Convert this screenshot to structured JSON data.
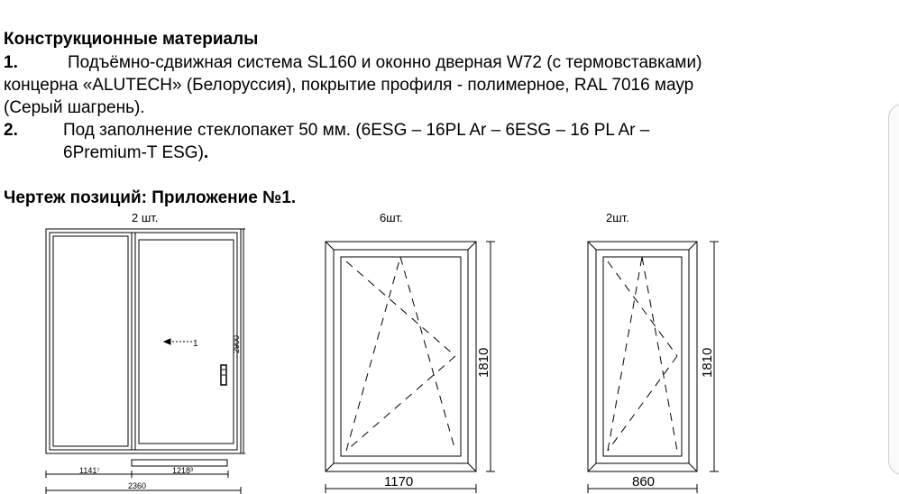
{
  "section": {
    "title": "Конструкционные материалы",
    "items": [
      {
        "num": "1.",
        "line1": "Подъёмно-сдвижная система SL160 и оконно дверная W72 (с термовставками)",
        "line2": "концерна «ALUTECH» (Белоруссия), покрытие профиля - полимерное, RAL 7016 маур",
        "line3": "(Серый шагрень)."
      },
      {
        "num": "2.",
        "line1": "Под заполнение стеклопакет 50 мм. (6ESG – 16PL Ar – 6ESG – 16 PL Ar –",
        "line2": "6Premium-T ESG)",
        "line2_end": "."
      }
    ]
  },
  "drawings_title": "Чертеж позиций: Приложение №1.",
  "positions": [
    {
      "quantity": "2 шт.",
      "type": "sliding door",
      "height_label": "2900",
      "dims": [
        "1141⁷",
        "1218³",
        "2360"
      ],
      "arrow_label": "1"
    },
    {
      "quantity": "6шт.",
      "type": "tilt-turn window",
      "height_label": "1810",
      "width_label": "1170"
    },
    {
      "quantity": "2шт.",
      "type": "tilt-turn window",
      "height_label": "1810",
      "width_label": "860"
    }
  ]
}
